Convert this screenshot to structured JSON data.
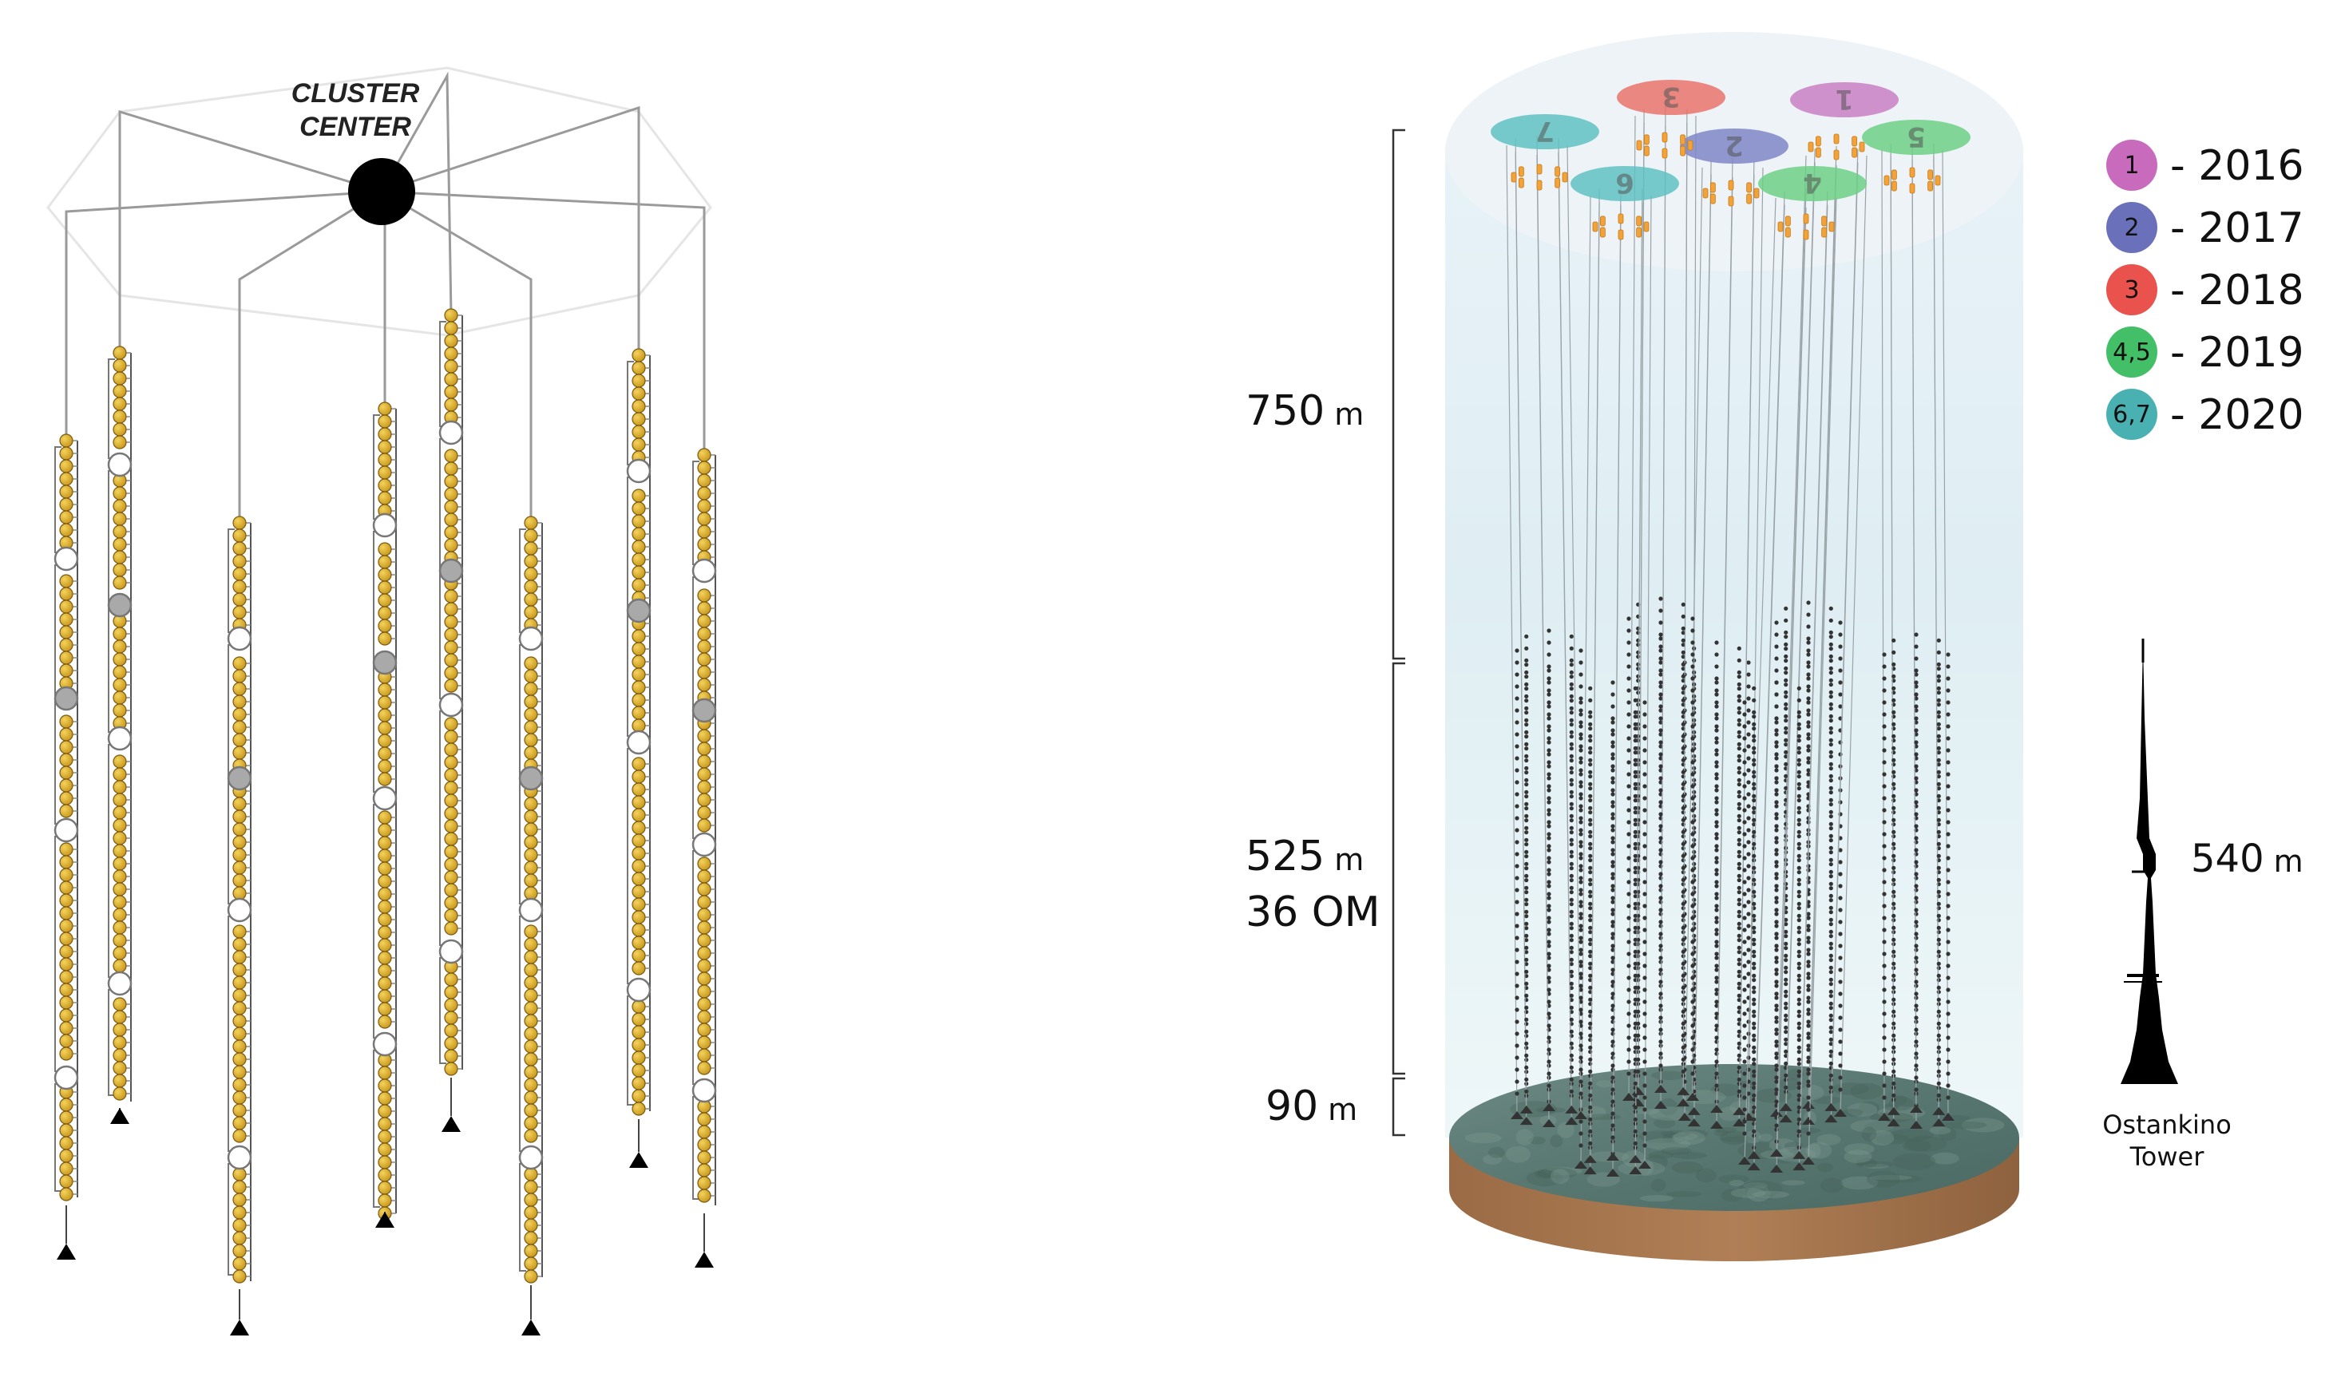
{
  "cluster_diagram": {
    "center_label_line1": "CLUSTER",
    "center_label_line2": "CENTER",
    "string_count": 8
  },
  "depth_scale": {
    "segments": [
      {
        "value": "750",
        "unit": "m",
        "extra": ""
      },
      {
        "value": "525",
        "unit": "m",
        "extra": "36 OM"
      },
      {
        "value": "90",
        "unit": "m",
        "extra": ""
      }
    ]
  },
  "clusters": [
    {
      "label": "1",
      "color": "#c97fc4"
    },
    {
      "label": "2",
      "color": "#7f86c8"
    },
    {
      "label": "3",
      "color": "#e8736b"
    },
    {
      "label": "4",
      "color": "#6ccf86"
    },
    {
      "label": "5",
      "color": "#6ccf86"
    },
    {
      "label": "6",
      "color": "#5fc1c2"
    },
    {
      "label": "7",
      "color": "#5fc1c2"
    }
  ],
  "legend": [
    {
      "badge": "1",
      "year": "- 2016",
      "color": "#c35bb5"
    },
    {
      "badge": "2",
      "year": "- 2017",
      "color": "#5a60b2"
    },
    {
      "badge": "3",
      "year": "- 2018",
      "color": "#e8403a"
    },
    {
      "badge": "4,5",
      "year": "- 2019",
      "color": "#2fb856"
    },
    {
      "badge": "6,7",
      "year": "- 2020",
      "color": "#36a8aa"
    }
  ],
  "tower": {
    "height_value": "540",
    "height_unit": "m",
    "name_line1": "Ostankino",
    "name_line2": "Tower"
  }
}
